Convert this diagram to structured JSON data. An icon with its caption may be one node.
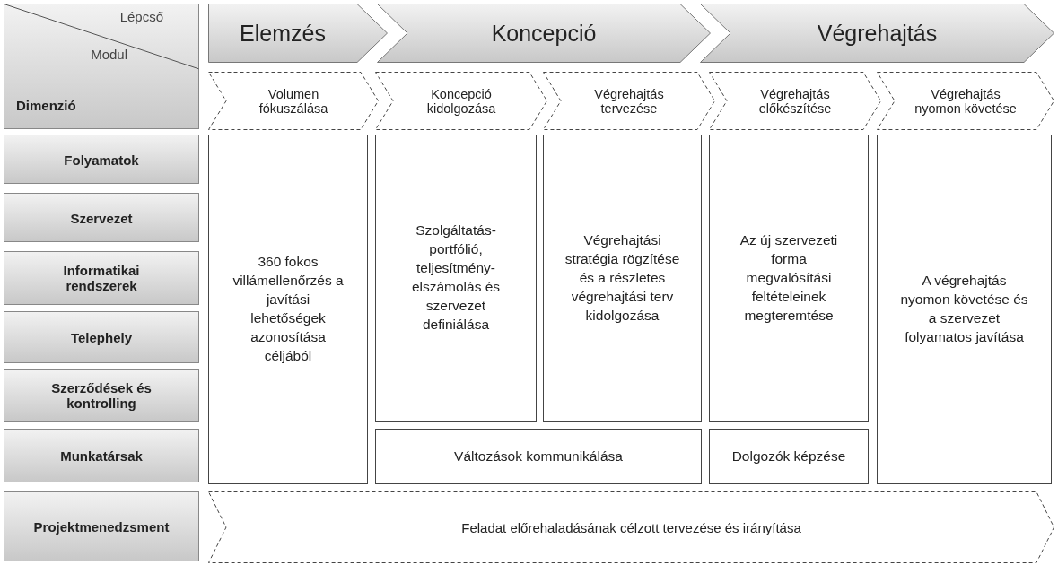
{
  "diagram": {
    "nodes": [
      {
        "text": [
          "Lépcső",
          "Modul",
          "Dimenzió"
        ]
      },
      {
        "text": [
          "Elemzés"
        ]
      },
      {
        "text": [
          "Koncepció"
        ]
      },
      {
        "text": [
          "Végrehajtás"
        ]
      },
      {
        "text": [
          "Volumen fókuszálása"
        ]
      },
      {
        "text": [
          "Koncepció kidolgozása"
        ]
      },
      {
        "text": [
          "Végrehajtás tervezése"
        ]
      },
      {
        "text": [
          "Végrehajtás előkészítése"
        ]
      },
      {
        "text": [
          "Végrehajtás nyomon követése"
        ]
      },
      {
        "text": [
          "Folyamatok"
        ]
      },
      {
        "text": [
          "Szervezet"
        ]
      },
      {
        "text": [
          "Informatikai rendszerek"
        ]
      },
      {
        "text": [
          "Telephely"
        ]
      },
      {
        "text": [
          "Szerződések és kontrolling"
        ]
      },
      {
        "text": [
          "Munkatársak"
        ]
      },
      {
        "text": [
          "Projektmenedzsment"
        ]
      },
      {
        "text": [
          "360 fokos villámellenőrzés a javítási lehetőségek azonosítása céljából"
        ]
      },
      {
        "text": [
          "Szolgáltatás-portfólió, teljesítmény-elszámolás és szervezet definiálása"
        ]
      },
      {
        "text": [
          "Végrehajtási stratégia rögzítése és a részletes végrehajtási terv kidolgozása"
        ]
      },
      {
        "text": [
          "Az új szervezeti forma megvalósítási feltételeinek megteremtése"
        ]
      },
      {
        "text": [
          "A végrehajtás nyomon követése és a szervezet folyamatos javítása"
        ]
      },
      {
        "text": [
          "Változások kommunikálása"
        ]
      },
      {
        "text": [
          "Dolgozók képzése"
        ]
      },
      {
        "text": [
          "Feladat előrehaladásának célzott tervezése és irányítása"
        ]
      }
    ],
    "edges": []
  }
}
